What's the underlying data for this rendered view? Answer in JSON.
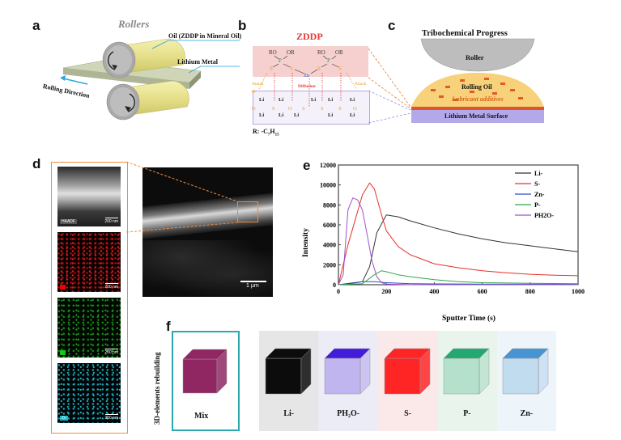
{
  "panels": {
    "a": "a",
    "b": "b",
    "c": "c",
    "d": "d",
    "e": "e",
    "f": "f"
  },
  "panel_a": {
    "title": "Rollers",
    "oil_label": "Oil (ZDDP in Mineral Oil)",
    "metal_label": "Lithium Metal",
    "direction_label": "Rolling Direction"
  },
  "panel_b": {
    "title": "ZDDP",
    "r_group": "RO",
    "or_group": "OR",
    "p": "P",
    "s": "S",
    "o": "O",
    "zn": "Zn",
    "li": "Li",
    "attack": "Attack",
    "diffusion": "Diffusion",
    "r_def": "R: -C",
    "r_def_sub1": "7",
    "r_def_h": "H",
    "r_def_sub2": "15"
  },
  "panel_c": {
    "title": "Tribochemical Progress",
    "roller": "Roller",
    "oil": "Rolling Oil",
    "additives": "Lubricant additives",
    "surface": "Lithium Metal Surface"
  },
  "panel_d": {
    "labels": [
      "HAADF",
      "S",
      "P",
      "Zn"
    ],
    "small_scale": "200 nm",
    "big_scale": "1 μm"
  },
  "chart_data": {
    "type": "line",
    "xlabel": "Sputter Time (s)",
    "ylabel": "Intensity",
    "xlim": [
      0,
      1000
    ],
    "ylim": [
      0,
      12000
    ],
    "xticks": [
      0,
      200,
      400,
      600,
      800,
      1000
    ],
    "yticks": [
      0,
      2000,
      4000,
      6000,
      8000,
      10000,
      12000
    ],
    "legend_position": "top-right",
    "series": [
      {
        "name": "Li-",
        "color": "#333333",
        "x": [
          0,
          100,
          130,
          160,
          200,
          250,
          300,
          400,
          500,
          600,
          700,
          800,
          900,
          1000
        ],
        "y": [
          0,
          300,
          1800,
          5200,
          7000,
          6800,
          6400,
          5700,
          5100,
          4600,
          4200,
          3900,
          3600,
          3300
        ]
      },
      {
        "name": "S-",
        "color": "#e8302a",
        "x": [
          0,
          20,
          40,
          70,
          100,
          130,
          150,
          180,
          200,
          250,
          300,
          400,
          500,
          600,
          700,
          800,
          900,
          1000
        ],
        "y": [
          0,
          2000,
          4000,
          6500,
          9000,
          10200,
          9600,
          7000,
          5400,
          3800,
          3000,
          2100,
          1700,
          1400,
          1200,
          1050,
          950,
          900
        ]
      },
      {
        "name": "Zn-",
        "color": "#2a4fd1",
        "x": [
          0,
          50,
          100,
          150,
          200,
          300,
          400,
          600,
          800,
          1000
        ],
        "y": [
          0,
          100,
          300,
          300,
          200,
          100,
          80,
          60,
          50,
          50
        ]
      },
      {
        "name": "P-",
        "color": "#2ea84a",
        "x": [
          0,
          100,
          150,
          180,
          200,
          250,
          300,
          400,
          500,
          600,
          800,
          1000
        ],
        "y": [
          0,
          100,
          1000,
          1400,
          1300,
          1000,
          800,
          500,
          300,
          200,
          150,
          100
        ]
      },
      {
        "name": "PH2O-",
        "color": "#a24fc8",
        "x": [
          0,
          20,
          40,
          60,
          80,
          100,
          120,
          140,
          160,
          180,
          200,
          300,
          1000
        ],
        "y": [
          0,
          1000,
          7500,
          8700,
          8500,
          7500,
          5000,
          2400,
          800,
          200,
          60,
          0,
          0
        ]
      }
    ]
  },
  "panel_f": {
    "side_label": "3D-elements rebuilding",
    "mix": "Mix",
    "cubes": [
      {
        "label": "Li-",
        "color": "#000000",
        "bg": "#e6e6e6"
      },
      {
        "label": "PH₂O-",
        "color": "#3a10d8",
        "bg": "#ececf6"
      },
      {
        "label": "S-",
        "color": "#ff1a1a",
        "bg": "#fbe8e8"
      },
      {
        "label": "P-",
        "color": "#19a36b",
        "bg": "#e8f4ec"
      },
      {
        "label": "Zn-",
        "color": "#3c8fd0",
        "bg": "#eef5fa"
      }
    ]
  }
}
